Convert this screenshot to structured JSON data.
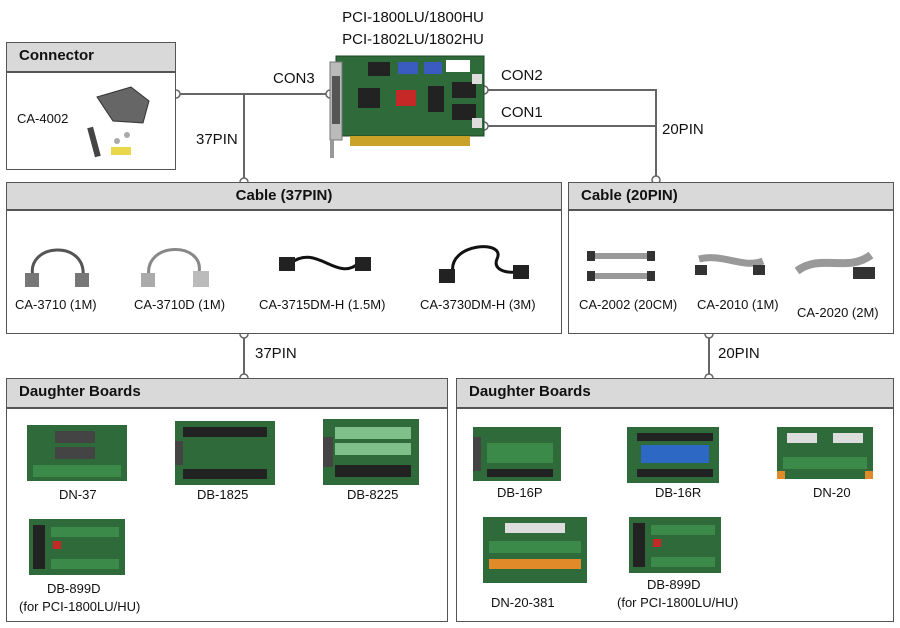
{
  "product": {
    "title_line1": "PCI-1800LU/1800HU",
    "title_line2": "PCI-1802LU/1802HU"
  },
  "connectors": {
    "con1": "CON1",
    "con2": "CON2",
    "con3": "CON3",
    "pin37_a": "37PIN",
    "pin37_b": "37PIN",
    "pin20_a": "20PIN",
    "pin20_b": "20PIN"
  },
  "connector_section": {
    "title": "Connector",
    "items": [
      {
        "label": "CA-4002"
      }
    ]
  },
  "cable37": {
    "title": "Cable (37PIN)",
    "items": [
      {
        "label": "CA-3710 (1M)"
      },
      {
        "label": "CA-3710D (1M)"
      },
      {
        "label": "CA-3715DM-H (1.5M)"
      },
      {
        "label": "CA-3730DM-H (3M)"
      }
    ]
  },
  "cable20": {
    "title": "Cable (20PIN)",
    "items": [
      {
        "label": "CA-2002 (20CM)"
      },
      {
        "label": "CA-2010 (1M)"
      },
      {
        "label": "CA-2020 (2M)"
      }
    ]
  },
  "daughter_left": {
    "title": "Daughter Boards",
    "items": [
      {
        "label": "DN-37"
      },
      {
        "label": "DB-1825"
      },
      {
        "label": "DB-8225"
      },
      {
        "label": "DB-899D"
      },
      {
        "label": "(for PCI-1800LU/HU)"
      }
    ]
  },
  "daughter_right": {
    "title": "Daughter Boards",
    "items": [
      {
        "label": "DB-16P"
      },
      {
        "label": "DB-16R"
      },
      {
        "label": "DN-20"
      },
      {
        "label": "DN-20-381"
      },
      {
        "label": "DB-899D"
      },
      {
        "label": "(for PCI-1800LU/HU)"
      }
    ]
  },
  "colors": {
    "board_green": "#2f6b3a",
    "header_gray": "#d9d9d9",
    "border": "#555555",
    "terminal_green": "#3b8a4a",
    "orange_terminal": "#e08a2a"
  }
}
